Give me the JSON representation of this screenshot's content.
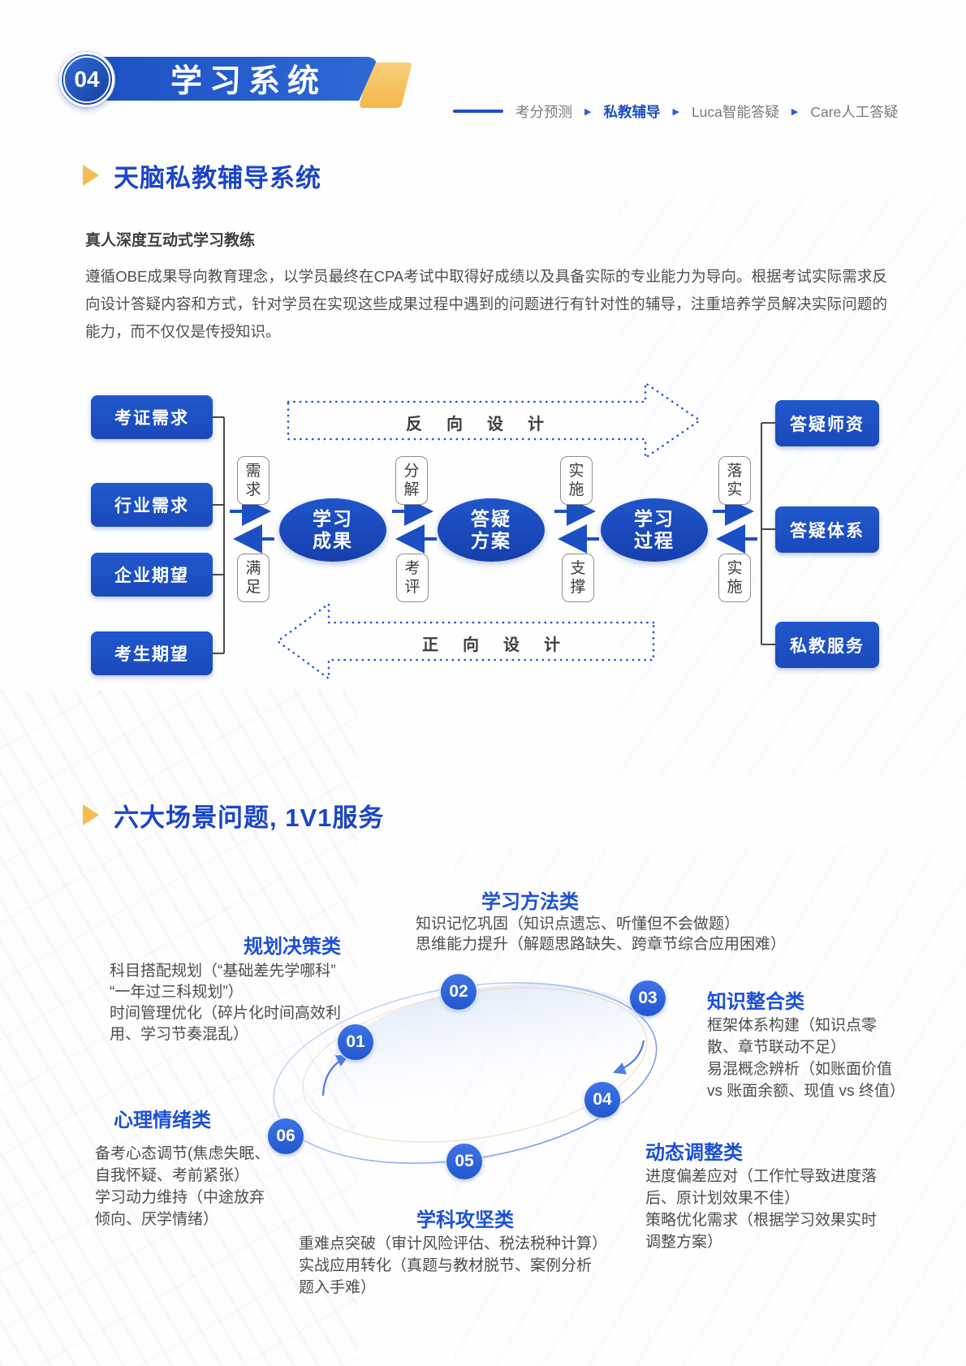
{
  "header": {
    "badge": "04",
    "title": "学习系统",
    "breadcrumb": [
      {
        "label": "考分预测"
      },
      {
        "label": "私教辅导"
      },
      {
        "label": "Luca智能答疑"
      },
      {
        "label": "Care人工答疑"
      }
    ]
  },
  "colors": {
    "primary_blue": "#1b4fc4",
    "accent_yellow": "#f5bd52",
    "heading_blue": "#1c50d4"
  },
  "section1": {
    "title": "天脑私教辅导系统",
    "subtitle": "真人深度互动式学习教练",
    "paragraph": "遵循OBE成果导向教育理念，以学员最终在CPA考试中取得好成绩以及具备实际的专业能力为导向。根据考试实际需求反向设计答疑内容和方式，针对学员在实现这些成果过程中遇到的问题进行有针对性的辅导，注重培养学员解决实际问题的能力，而不仅仅是传授知识。",
    "flow": {
      "left_boxes": [
        "考证需求",
        "行业需求",
        "企业期望",
        "考生期望"
      ],
      "ovals": [
        "学习\n成果",
        "答疑\n方案",
        "学习\n过程"
      ],
      "right_boxes": [
        "答疑师资",
        "答疑体系",
        "私教服务"
      ],
      "top_labels": [
        "需求",
        "分解",
        "实施",
        "落实"
      ],
      "bottom_labels": [
        "满足",
        "考评",
        "支撑",
        "实施"
      ],
      "top_arrow": "反向设计",
      "bottom_arrow": "正向设计"
    }
  },
  "section2": {
    "title": "六大场景问题, 1V1服务",
    "categories": [
      {
        "num": "01",
        "name": "规划决策类",
        "desc": "科目搭配规划（“基础差先学哪科”\n“一年过三科规划”）\n时间管理优化（碎片化时间高效利\n用、学习节奏混乱）"
      },
      {
        "num": "02",
        "name": "学习方法类",
        "desc": "知识记忆巩固（知识点遗忘、听懂但不会做题）\n思维能力提升（解题思路缺失、跨章节综合应用困难）"
      },
      {
        "num": "03",
        "name": "知识整合类",
        "desc": "框架体系构建（知识点零\n散、章节联动不足）\n易混概念辨析（如账面价值\nvs 账面余额、现值 vs 终值）"
      },
      {
        "num": "04",
        "name": "动态调整类",
        "desc": "进度偏差应对（工作忙导致进度落\n后、原计划效果不佳）\n策略优化需求（根据学习效果实时\n调整方案）"
      },
      {
        "num": "05",
        "name": "学科攻坚类",
        "desc": "重难点突破（审计风险评估、税法税种计算）\n实战应用转化（真题与教材脱节、案例分析\n题入手难）"
      },
      {
        "num": "06",
        "name": "心理情绪类",
        "desc": "备考心态调节(焦虑失眠、\n自我怀疑、考前紧张）\n学习动力维持（中途放弃\n倾向、厌学情绪）"
      }
    ]
  }
}
